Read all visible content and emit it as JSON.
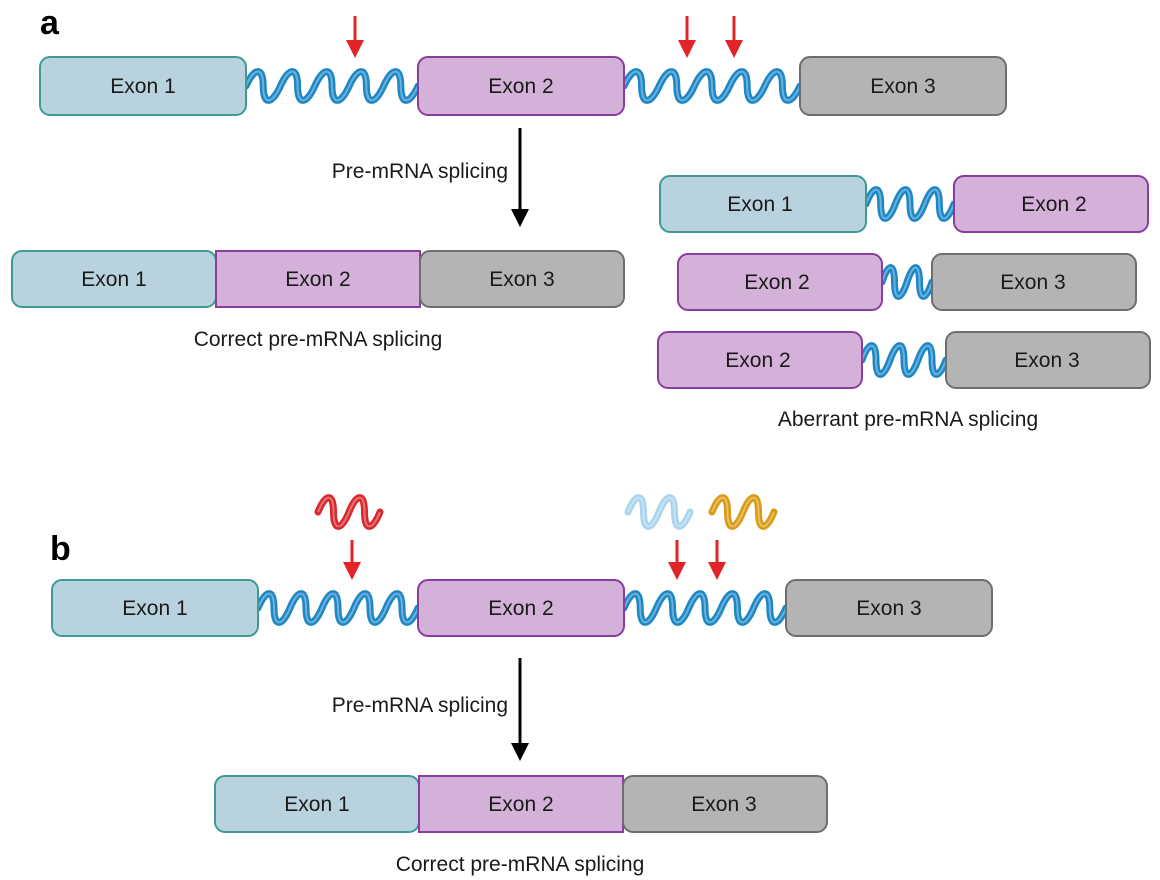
{
  "colors": {
    "exon1_fill": "#b9d3de",
    "exon1_stroke": "#3f9a93",
    "exon2_fill": "#d4b1d8",
    "exon2_stroke": "#8a3d9e",
    "exon3_fill": "#b4b4b4",
    "exon3_stroke": "#6e6e6e",
    "intron": "#1d87c6",
    "mutation_arrow": "#e3232a",
    "process_arrow": "#000000",
    "oligo_red": "#d8282d",
    "oligo_light_blue": "#a9d4ee",
    "oligo_orange": "#d99b14"
  },
  "panel_a": {
    "label": "a",
    "gene": {
      "exon1": "Exon 1",
      "exon2": "Exon 2",
      "exon3": "Exon 3"
    },
    "process_label": "Pre-mRNA splicing",
    "correct": {
      "exon1": "Exon 1",
      "exon2": "Exon 2",
      "exon3": "Exon 3",
      "caption": "Correct pre-mRNA splicing"
    },
    "aberrant": {
      "row1": {
        "left": "Exon 1",
        "right": "Exon 2"
      },
      "row2": {
        "left": "Exon 2",
        "right": "Exon 3"
      },
      "row3": {
        "left": "Exon 2",
        "right": "Exon 3"
      },
      "caption": "Aberrant pre-mRNA splicing"
    }
  },
  "panel_b": {
    "label": "b",
    "gene": {
      "exon1": "Exon 1",
      "exon2": "Exon 2",
      "exon3": "Exon 3"
    },
    "process_label": "Pre-mRNA splicing",
    "correct": {
      "exon1": "Exon 1",
      "exon2": "Exon 2",
      "exon3": "Exon 3",
      "caption": "Correct pre-mRNA splicing"
    }
  }
}
